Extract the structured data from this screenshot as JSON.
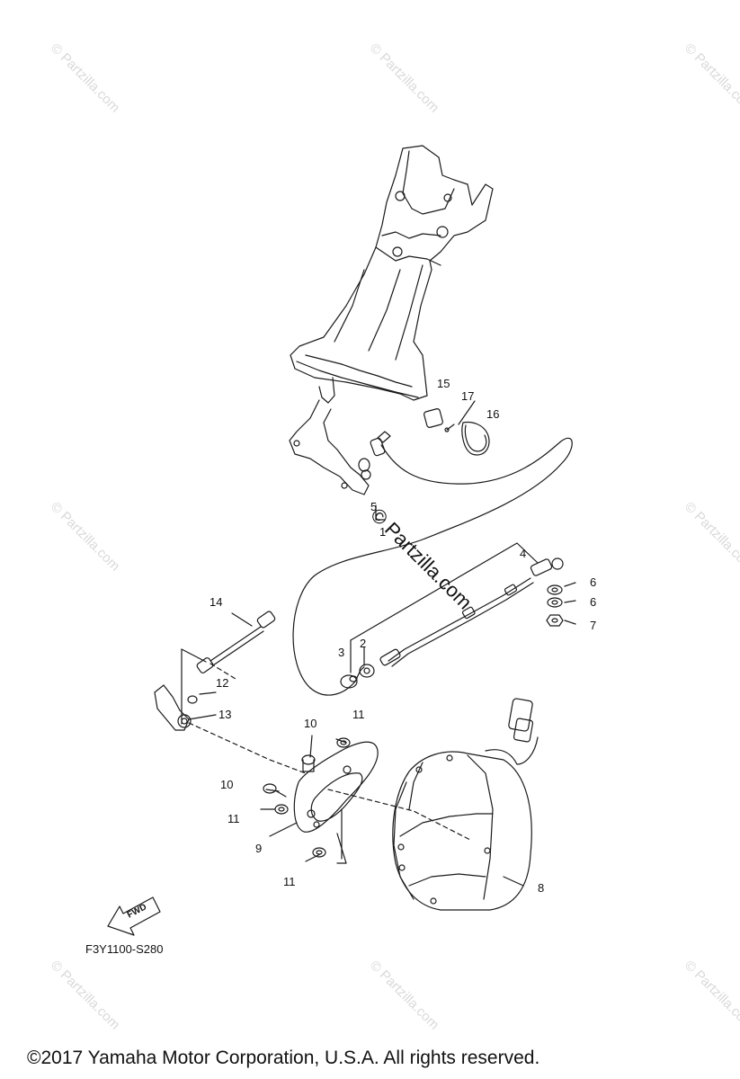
{
  "watermark_small": "© Partzilla.com",
  "watermark_main": "© Partzilla.com",
  "fwd_label": "FWD",
  "diagram_code": "F3Y1100-S280",
  "copyright": "©2017  Yamaha Motor Corporation, U.S.A. All rights reserved.",
  "callouts": {
    "c1": "1",
    "c2": "2",
    "c3": "3",
    "c4": "4",
    "c5": "5",
    "c6a": "6",
    "c6b": "6",
    "c7": "7",
    "c8": "8",
    "c9": "9",
    "c10a": "10",
    "c10b": "10",
    "c11a": "11",
    "c11b": "11",
    "c11c": "11",
    "c12": "12",
    "c13": "13",
    "c14": "14",
    "c15": "15",
    "c16": "16",
    "c17": "17"
  }
}
